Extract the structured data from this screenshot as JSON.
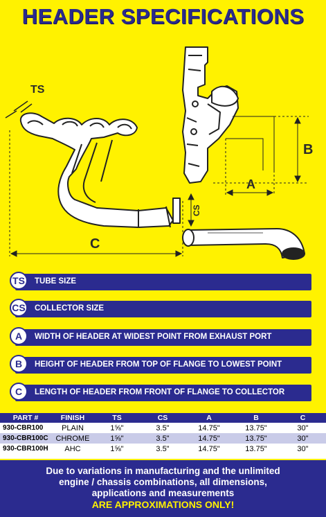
{
  "title": "HEADER SPECIFICATIONS",
  "diagram": {
    "label_ts": "TS",
    "label_cs": "CS",
    "label_a": "A",
    "label_b": "B",
    "label_c": "C"
  },
  "legend": [
    {
      "code": "TS",
      "text": "TUBE SIZE"
    },
    {
      "code": "CS",
      "text": "COLLECTOR SIZE"
    },
    {
      "code": "A",
      "text": "WIDTH OF HEADER AT WIDEST POINT FROM EXHAUST PORT"
    },
    {
      "code": "B",
      "text": "HEIGHT OF HEADER FROM TOP OF FLANGE TO LOWEST POINT"
    },
    {
      "code": "C",
      "text": "LENGTH OF HEADER FROM FRONT OF FLANGE TO COLLECTOR"
    }
  ],
  "table": {
    "headers": [
      "PART #",
      "FINISH",
      "TS",
      "CS",
      "A",
      "B",
      "C"
    ],
    "rows": [
      [
        "930-CBR100",
        "PLAIN",
        "1⅝\"",
        "3.5\"",
        "14.75\"",
        "13.75\"",
        "30\""
      ],
      [
        "930-CBR100C",
        "CHROME",
        "1⅝\"",
        "3.5\"",
        "14.75\"",
        "13.75\"",
        "30\""
      ],
      [
        "930-CBR100H",
        "AHC",
        "1⅝\"",
        "3.5\"",
        "14.75\"",
        "13.75\"",
        "30\""
      ]
    ]
  },
  "footer": {
    "line1": "Due to variations in manufacturing and the unlimited",
    "line2": "engine / chassis combinations, all dimensions,",
    "line3": "applications and measurements",
    "line4": "ARE APPROXIMATIONS ONLY!"
  },
  "colors": {
    "yellow": "#fff200",
    "navy": "#2b2b8f",
    "row_alt": "#c9cbe8"
  }
}
